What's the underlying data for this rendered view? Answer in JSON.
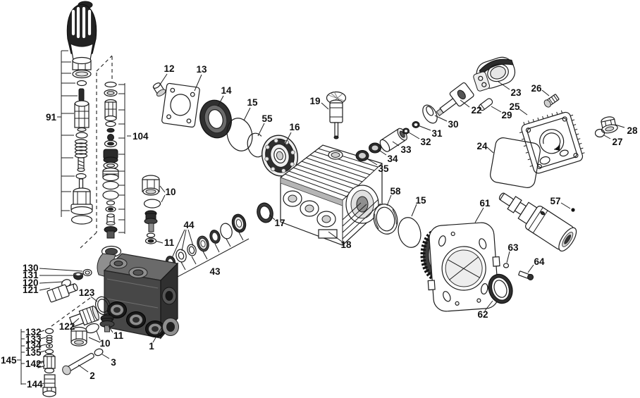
{
  "diagram": {
    "kind": "exploded-parts-diagram",
    "background": "#ffffff",
    "ink_color": "#1c1c1c",
    "dark_fill": "#2b2b2b",
    "mid_gray": "#8f8f8f"
  },
  "labels": {
    "l91": "91",
    "l104": "104",
    "l12": "12",
    "l13": "13",
    "l14": "14",
    "l15a": "15",
    "l55": "55",
    "l16": "16",
    "l19": "19",
    "l30": "30",
    "l31": "31",
    "l32": "32",
    "l33": "33",
    "l34": "34",
    "l35": "35",
    "l22": "22",
    "l23": "23",
    "l29": "29",
    "l26": "26",
    "l25": "25",
    "l24": "24",
    "l28": "28",
    "l27": "27",
    "l17": "17",
    "l18": "18",
    "l58": "58",
    "l15b": "15",
    "l61": "61",
    "l57": "57",
    "l63": "63",
    "l64": "64",
    "l62": "62",
    "l44": "44",
    "l43": "43",
    "l10a": "10",
    "l11a": "11",
    "l130": "130",
    "l131": "131",
    "l120": "120",
    "l121": "121",
    "l123": "123",
    "l122": "122",
    "l10b": "10",
    "l11b": "11",
    "l1": "1",
    "l2": "2",
    "l3": "3",
    "l132": "132",
    "l133": "133",
    "l134": "134",
    "l135": "135",
    "l142": "142",
    "l144": "144",
    "l145": "145"
  }
}
